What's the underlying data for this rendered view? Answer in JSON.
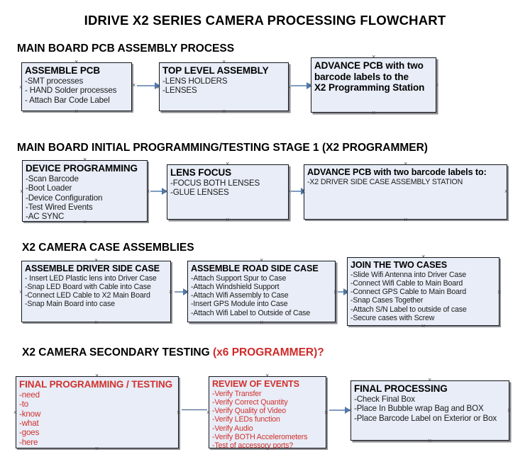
{
  "document": {
    "title": "IDRIVE X2  SERIES CAMERA PROCESSING FLOWCHART"
  },
  "sections": [
    {
      "id": "main-board-pcb-assembly-process",
      "heading": "MAIN BOARD PCB ASSEMBLY PROCESS",
      "heading_accent": "",
      "boxes": [
        {
          "id": "assemble-pcb",
          "title": "ASSEMBLE PCB",
          "lines": [
            "-SMT processes",
            "- HAND Solder processes",
            "- Attach Bar Code Label"
          ]
        },
        {
          "id": "top-level-assembly",
          "title": "TOP LEVEL ASSEMBLY",
          "lines": [
            "-LENS HOLDERS",
            "-LENSES"
          ]
        },
        {
          "id": "advance-pcb-to-x2-programming-station",
          "title": "ADVANCE PCB with two",
          "lines": [
            "barcode labels to the",
            " X2 Programming Station"
          ]
        }
      ]
    },
    {
      "id": "main-board-initial-programming-testing-stage-1",
      "heading": "MAIN BOARD INITIAL PROGRAMMING/TESTING STAGE 1 (X2 PROGRAMMER)",
      "heading_accent": "",
      "boxes": [
        {
          "id": "device-programming",
          "title": "DEVICE PROGRAMMING",
          "lines": [
            "-Scan Barcode",
            "-Boot Loader",
            "-Device Configuration",
            "-Test Wired Events",
            "-AC SYNC"
          ]
        },
        {
          "id": "lens-focus",
          "title": "LENS FOCUS",
          "lines": [
            "-FOCUS BOTH LENSES",
            "-GLUE LENSES"
          ]
        },
        {
          "id": "advance-pcb-to-driver-side-case-assembly",
          "title": "ADVANCE PCB with two barcode labels to:",
          "lines": [
            "-X2 DRIVER  SIDE  CASE  ASSEMBLY STATION"
          ]
        }
      ]
    },
    {
      "id": "x2-camera-case-assemblies",
      "heading": "X2 CAMERA CASE ASSEMBLIES",
      "heading_accent": "",
      "boxes": [
        {
          "id": "assemble-driver-side-case",
          "title": "ASSEMBLE DRIVER SIDE CASE",
          "lines": [
            "- Insert LED Plastic lens into Driver Case",
            "-Snap LED Board with Cable into Case",
            "-Connect LED Cable to X2 Main Board",
            "-Snap Main Board into case"
          ]
        },
        {
          "id": "assemble-road-side-case",
          "title": "ASSEMBLE ROAD SIDE CASE",
          "lines": [
            "-Attach Support Spur to Case",
            "-Attach Windshield Support",
            "-Attach Wifi Assembly to Case",
            "-Insert GPS Module into Case",
            "-Attach Wifi Label to Outside of Case"
          ]
        },
        {
          "id": "join-the-two-cases",
          "title": "JOIN THE TWO CASES",
          "lines": [
            "-Slide Wifi Antenna into Driver Case",
            "-Connect Wifi Cable to Main Board",
            "-Connect GPS Cable to Main Board",
            "-Snap Cases Together",
            "-Attach S/N Label to outside of case",
            "-Secure cases with Screw"
          ]
        }
      ]
    },
    {
      "id": "x2-camera-secondary-testing",
      "heading": "X2 CAMERA SECONDARY TESTING ",
      "heading_accent": "(x6 PROGRAMMER)?",
      "boxes": [
        {
          "id": "final-programming-testing",
          "title": "FINAL PROGRAMMING / TESTING",
          "lines": [
            "-need",
            "-to",
            "-know",
            "-what",
            "-goes",
            "-here"
          ]
        },
        {
          "id": "review-of-events",
          "title": "REVIEW OF EVENTS",
          "lines": [
            "-Verify Transfer",
            "-Verify Correct Quantity",
            "-Verify Quality of Video",
            "-Verify LEDs function",
            "-Verify Audio",
            "-Verify BOTH Accelerometers",
            "-Test of accessory ports?"
          ]
        },
        {
          "id": "final-processing",
          "title": "FINAL PROCESSING",
          "lines": [
            " -Check Final Box",
            "-Place In Bubble wrap Bag and BOX",
            "-Place Barcode Label on Exterior or Box"
          ]
        }
      ]
    }
  ],
  "colors": {
    "box_fill": "#e8edf7",
    "box_border": "#15171c",
    "connector": "#7f9cc0",
    "accent_red": "#d0312d",
    "text": "#000000"
  },
  "icons": {
    "handle": "selection-handle-x",
    "arrow": "arrow-head-right"
  }
}
